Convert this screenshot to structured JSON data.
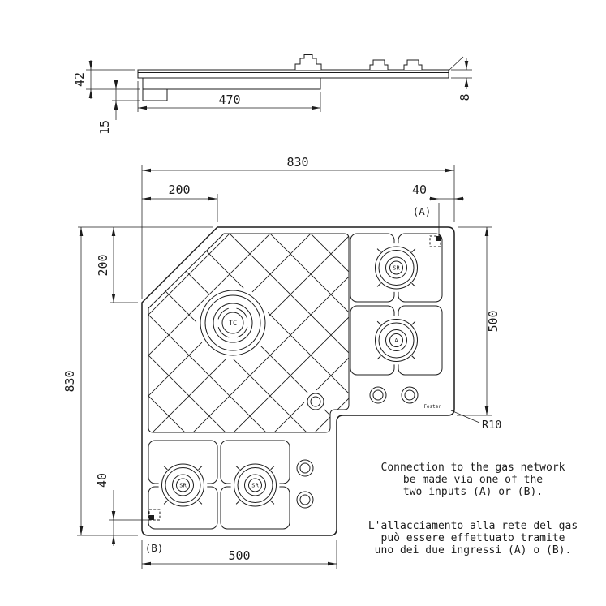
{
  "side_view": {
    "dim_height": "42",
    "dim_connection_depth": "15",
    "dim_body_width": "470",
    "dim_edge_thickness": "8"
  },
  "plan_view": {
    "dim_total_width": "830",
    "dim_chamfer_width": "200",
    "dim_input_a_inset": "40",
    "input_a": "(A)",
    "dim_chamfer_height": "200",
    "dim_total_depth": "830",
    "dim_right_wing_depth": "500",
    "dim_input_b_inset": "40",
    "input_b": "(B)",
    "dim_bottom_wing_width": "500",
    "corner_radius": "R10",
    "burner_tc": "TC",
    "burner_right_top": "SR",
    "burner_right_bottom": "A",
    "burner_bottom_left": "SR",
    "burner_bottom_right": "SR",
    "brand": "Foster"
  },
  "notes": {
    "en": [
      "Connection to the gas network",
      "be made via one of the",
      "two inputs (A) or (B)."
    ],
    "it": [
      "L'allacciamento alla rete del gas",
      "può essere effettuato tramite",
      "uno dei due ingressi (A) o (B)."
    ]
  },
  "colors": {
    "line": "#1c1c1c",
    "background": "#ffffff"
  }
}
